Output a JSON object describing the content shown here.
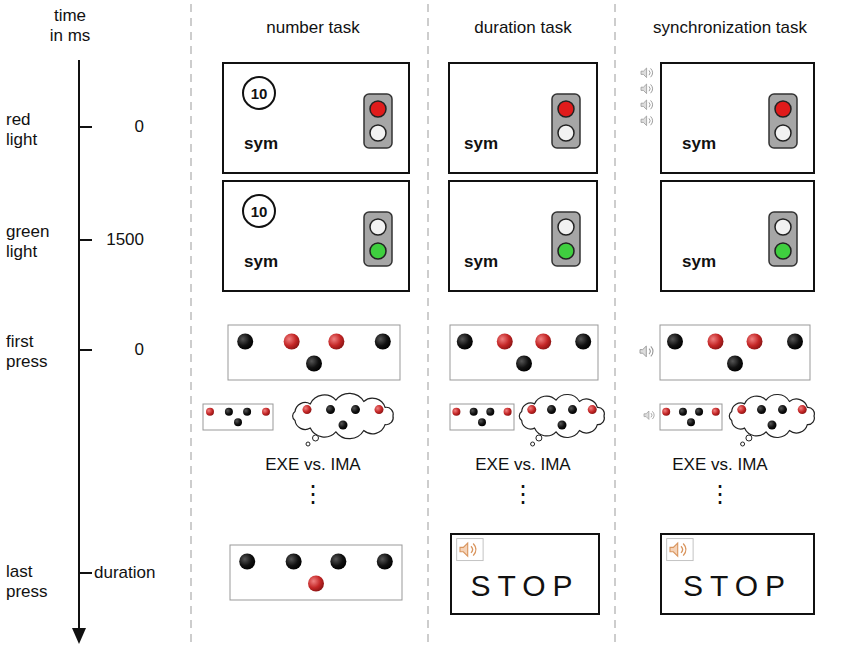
{
  "diagram": {
    "nodes": [
      {
        "text": [
          "sym"
        ]
      },
      {
        "text": [
          "10"
        ],
        "in": 0
      },
      {
        "text": [
          "sym"
        ]
      },
      {
        "text": [
          "sym"
        ]
      },
      {
        "text": [
          "sym"
        ]
      },
      {
        "text": [
          "10"
        ],
        "in": 4
      },
      {
        "text": [
          "sym"
        ]
      },
      {
        "text": [
          "sym"
        ]
      },
      {
        "text": [
          "STOP"
        ]
      },
      {
        "text": [
          "STOP"
        ]
      }
    ],
    "labels": [
      "time in ms",
      "number task",
      "duration task",
      "synchronization task",
      "red light",
      "0",
      "green light",
      "1500",
      "first press",
      "0",
      "last press",
      "duration",
      "EXE vs. IMA",
      "EXE vs. IMA",
      "EXE vs. IMA",
      "⋮",
      "⋮",
      "⋮"
    ]
  }
}
